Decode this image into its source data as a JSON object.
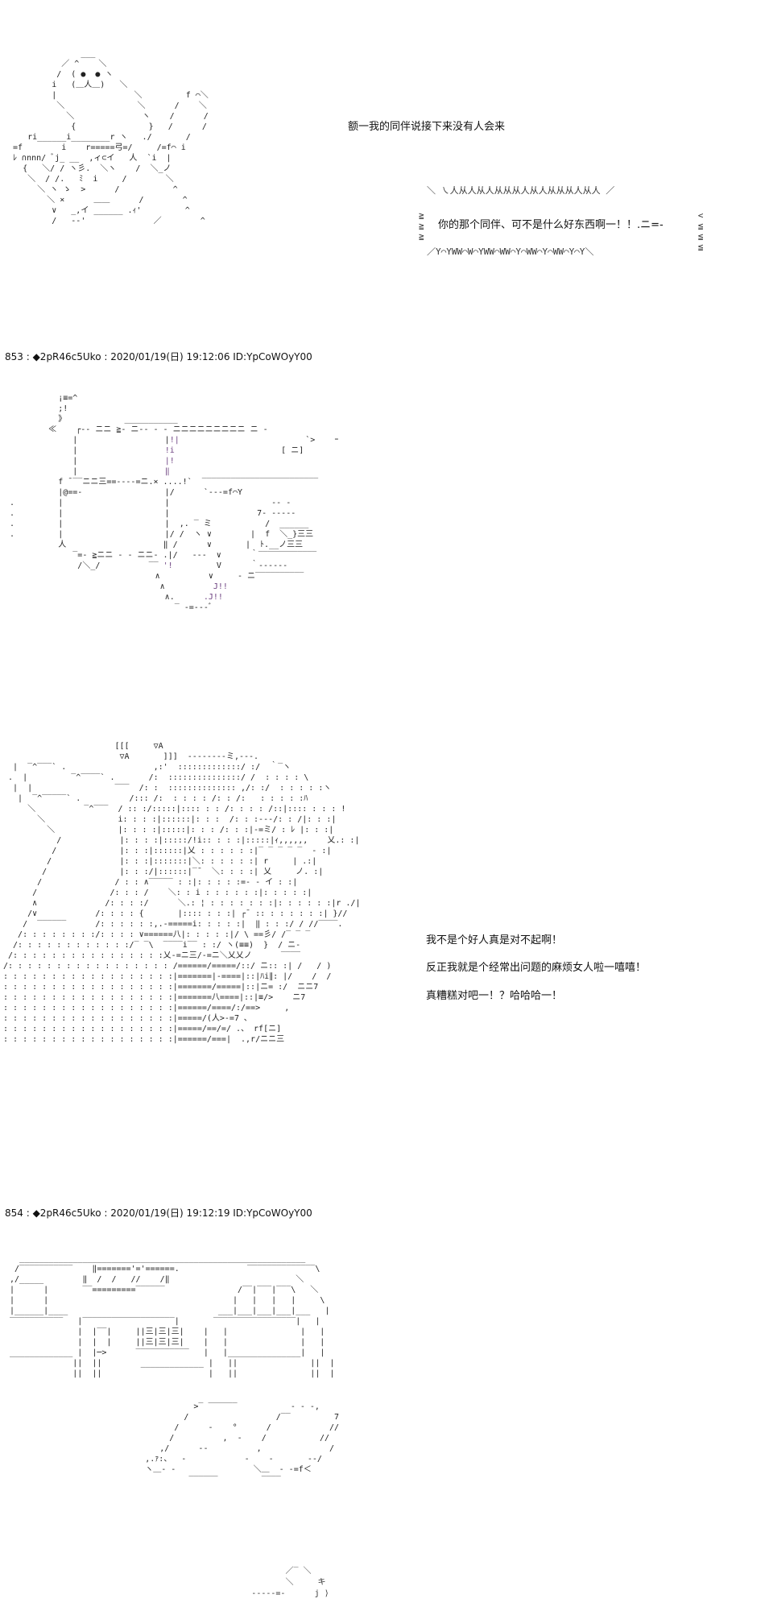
{
  "panel1": {
    "narration": "额一我的同伴说接下来没有人会来",
    "bubble": {
      "top_edge": "＼ ㇏人从人从人从从从人从人从从从人从人 ／",
      "text": "你的那个同伴、可不是什么好东西啊一！！.ニ=-",
      "bottom_edge": "／Y⌒YWW⌒W⌒YWW⌒WW⌒Y⌒WW⌒Y⌒WW⌒Y⌒Y＼"
    }
  },
  "post_853": {
    "header": "853 : ◆2pR46c5Uko : 2020/01/19(日) 19:12:06 ID:YpCoWOyY00"
  },
  "panel3": {
    "lines": [
      "我不是个好人真是对不起啊！",
      "反正我就是个经常出问题的麻烦女人啦一嘻嘻！",
      "真糟糕对吧一！？哈哈哈一！"
    ]
  },
  "post_854": {
    "header": "854 : ◆2pR46c5Uko : 2020/01/19(日) 19:12:19 ID:YpCoWOyY00"
  }
}
